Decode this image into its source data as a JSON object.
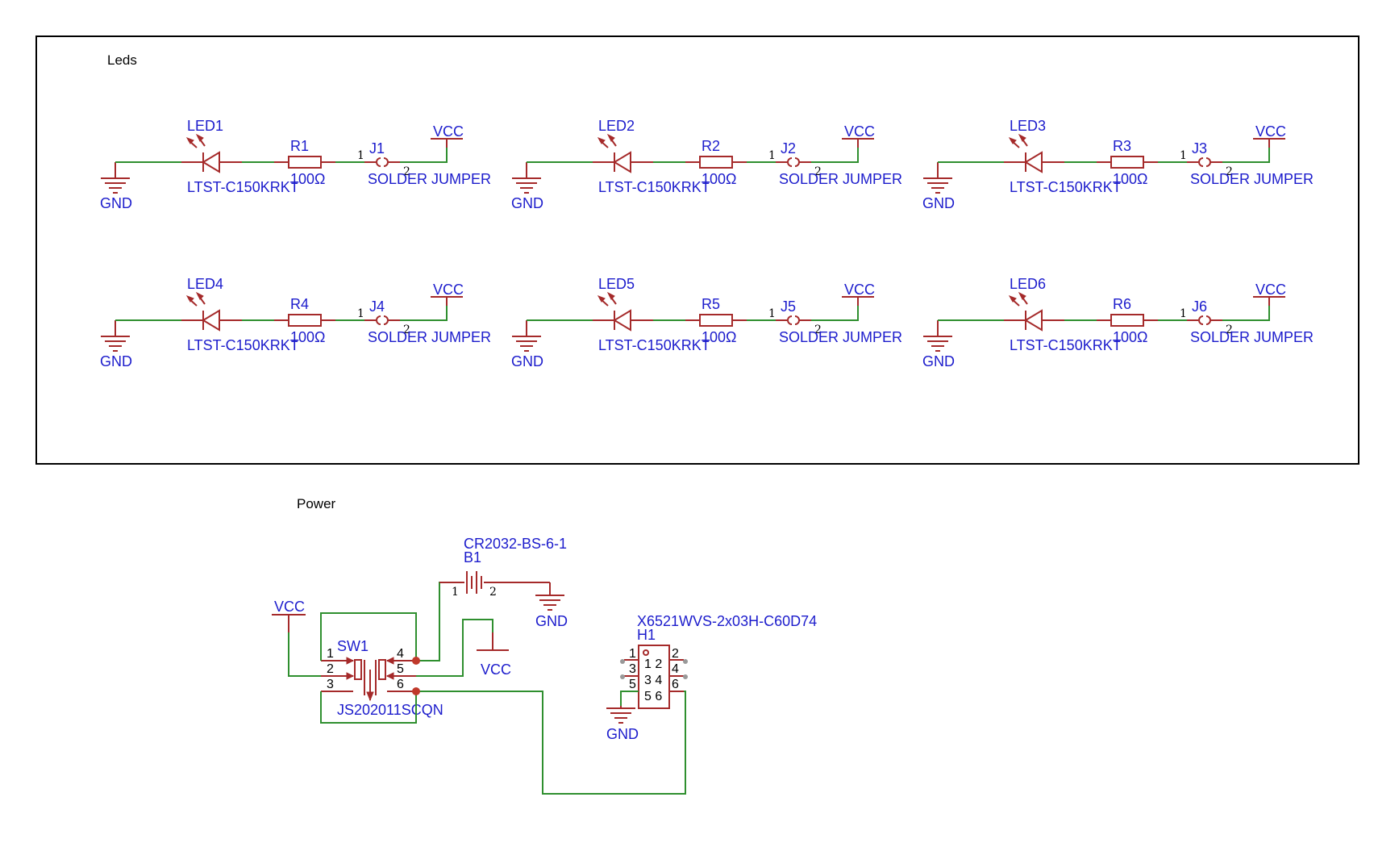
{
  "sections": {
    "leds_title": "Leds",
    "power_title": "Power"
  },
  "led_cells": [
    {
      "led": "LED1",
      "led_part": "LTST-C150KRKT",
      "res": "R1",
      "res_value": "100Ω",
      "jumper": "J1",
      "jumper_part": "SOLDER JUMPER",
      "gnd": "GND",
      "vcc": "VCC",
      "pin1": "1",
      "pin2": "2"
    },
    {
      "led": "LED2",
      "led_part": "LTST-C150KRKT",
      "res": "R2",
      "res_value": "100Ω",
      "jumper": "J2",
      "jumper_part": "SOLDER JUMPER",
      "gnd": "GND",
      "vcc": "VCC",
      "pin1": "1",
      "pin2": "2"
    },
    {
      "led": "LED3",
      "led_part": "LTST-C150KRKT",
      "res": "R3",
      "res_value": "100Ω",
      "jumper": "J3",
      "jumper_part": "SOLDER JUMPER",
      "gnd": "GND",
      "vcc": "VCC",
      "pin1": "1",
      "pin2": "2"
    },
    {
      "led": "LED4",
      "led_part": "LTST-C150KRKT",
      "res": "R4",
      "res_value": "100Ω",
      "jumper": "J4",
      "jumper_part": "SOLDER JUMPER",
      "gnd": "GND",
      "vcc": "VCC",
      "pin1": "1",
      "pin2": "2"
    },
    {
      "led": "LED5",
      "led_part": "LTST-C150KRKT",
      "res": "R5",
      "res_value": "100Ω",
      "jumper": "J5",
      "jumper_part": "SOLDER JUMPER",
      "gnd": "GND",
      "vcc": "VCC",
      "pin1": "1",
      "pin2": "2"
    },
    {
      "led": "LED6",
      "led_part": "LTST-C150KRKT",
      "res": "R6",
      "res_value": "100Ω",
      "jumper": "J6",
      "jumper_part": "SOLDER JUMPER",
      "gnd": "GND",
      "vcc": "VCC",
      "pin1": "1",
      "pin2": "2"
    }
  ],
  "power": {
    "battery_part": "CR2032-BS-6-1",
    "battery_ref": "B1",
    "battery_pin1": "1",
    "battery_pin2": "2",
    "battery_gnd": "GND",
    "switch_ref": "SW1",
    "switch_part": "JS202011SCQN",
    "switch_pins": [
      "1",
      "2",
      "3",
      "4",
      "5",
      "6"
    ],
    "vcc_left": "VCC",
    "vcc_right": "VCC",
    "header_part": "X6521WVS-2x03H-C60D74",
    "header_ref": "H1",
    "header_outer_pins": [
      "1",
      "2",
      "3",
      "4",
      "5",
      "6"
    ],
    "header_inner_rows": [
      "1 2",
      "3 4",
      "5 6"
    ],
    "header_gnd": "GND"
  },
  "colors": {
    "wire": "#2f8f2f",
    "part": "#a52a2a",
    "label": "#1c1ccc",
    "frame": "#000000"
  }
}
